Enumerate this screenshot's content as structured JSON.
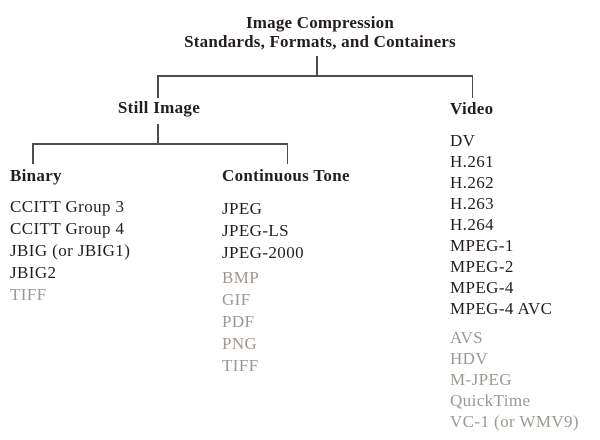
{
  "title": {
    "line1": "Image Compression",
    "line2": "Standards, Formats, and Containers"
  },
  "tree": {
    "still_image": {
      "label": "Still Image",
      "binary": {
        "label": "Binary",
        "standards": [
          "CCITT Group 3",
          "CCITT Group 4",
          "JBIG (or JBIG1)",
          "JBIG2"
        ],
        "formats": [
          "TIFF"
        ]
      },
      "continuous_tone": {
        "label": "Continuous Tone",
        "standards": [
          "JPEG",
          "JPEG-LS",
          "JPEG-2000"
        ],
        "formats": [
          "BMP",
          "GIF",
          "PDF",
          "PNG",
          "TIFF"
        ]
      }
    },
    "video": {
      "label": "Video",
      "standards": [
        "DV",
        "H.261",
        "H.262",
        "H.263",
        "H.264",
        "MPEG-1",
        "MPEG-2",
        "MPEG-4",
        "MPEG-4 AVC"
      ],
      "formats": [
        "AVS",
        "HDV",
        "M-JPEG",
        "QuickTime",
        "VC-1 (or WMV9)"
      ]
    }
  },
  "colors": {
    "text-dark": "#231e1c",
    "text-gray": "#9e9892",
    "line": "#4d4d4d",
    "background": "#ffffff"
  }
}
